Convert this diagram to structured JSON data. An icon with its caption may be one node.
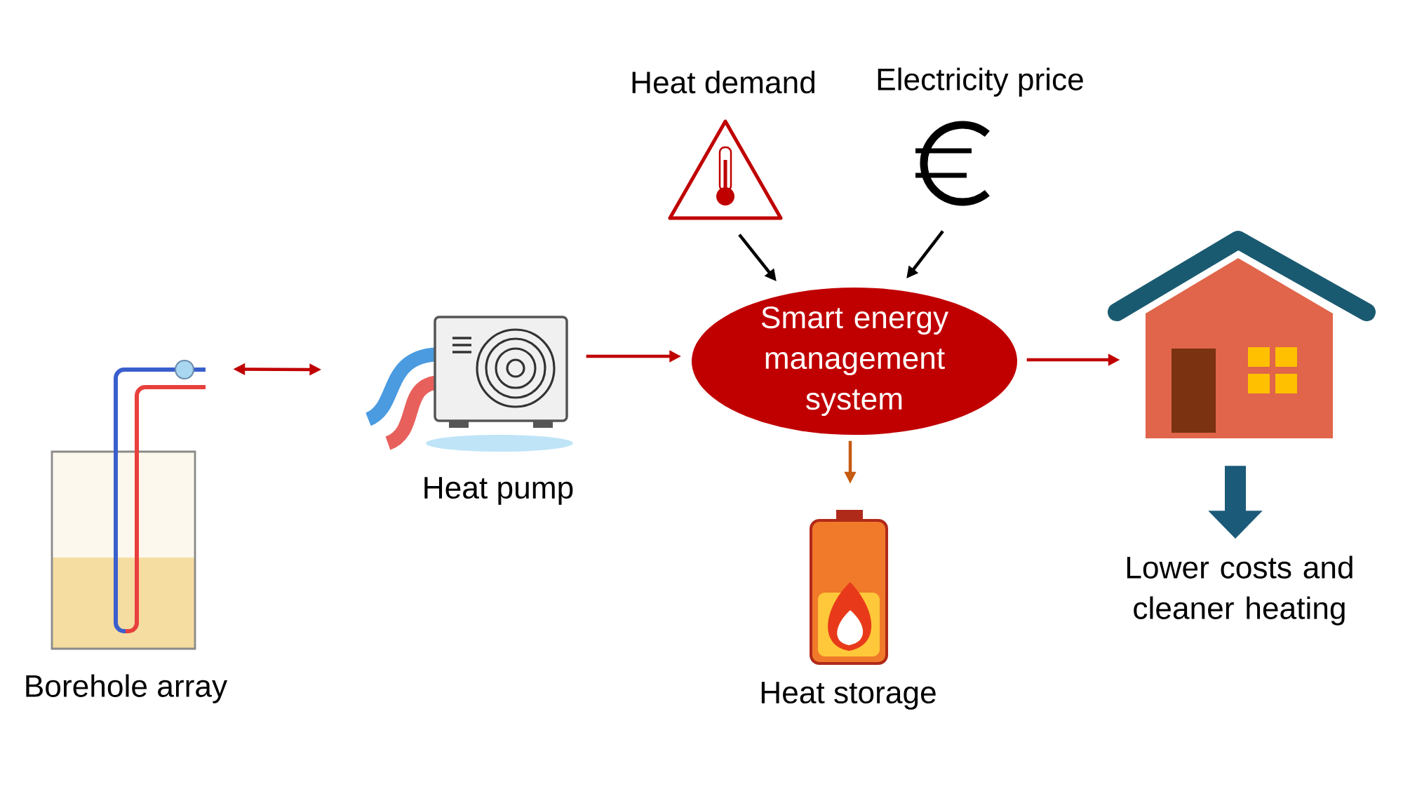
{
  "diagram": {
    "nodes": [
      {
        "text": [
          "Borehole array"
        ]
      },
      {
        "text": [
          "Heat pump"
        ]
      },
      {
        "text": [
          "Heat demand"
        ]
      },
      {
        "text": [
          "Electricity price"
        ]
      },
      {
        "text": [
          "Smart energy management system"
        ]
      },
      {
        "text": [
          "Heat storage"
        ]
      },
      {
        "text": [],
        "shape": "picture"
      },
      {
        "text": [
          "Lower costs and cleaner heating"
        ]
      }
    ],
    "edges": [
      {
        "from": 0,
        "to": 1,
        "arrow": "both"
      },
      {
        "from": 1,
        "to": 4,
        "arrow": "to"
      },
      {
        "from": 2,
        "to": 4,
        "arrow": "to",
        "color": "#000000"
      },
      {
        "from": 3,
        "to": 4,
        "arrow": "to",
        "color": "#000000"
      },
      {
        "from": 4,
        "to": 5,
        "arrow": "to",
        "color": "#c55a11"
      },
      {
        "from": 4,
        "to": 6,
        "arrow": "to"
      },
      {
        "from": 6,
        "to": 7,
        "arrow": "to",
        "style": "thick",
        "color": "#1b5a78"
      }
    ]
  }
}
